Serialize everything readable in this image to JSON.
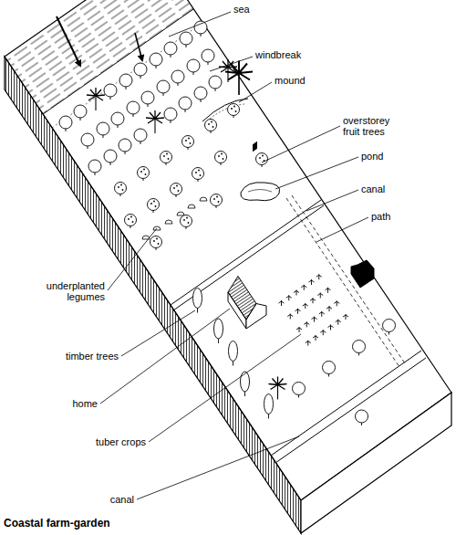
{
  "diagram": {
    "title": "Coastal farm-garden",
    "labels": [
      "sea",
      "windbreak",
      "mound",
      "overstorey fruit trees",
      "pond",
      "canal",
      "path",
      "underplanted legumes",
      "timber trees",
      "home",
      "tuber crops",
      "canal"
    ]
  }
}
